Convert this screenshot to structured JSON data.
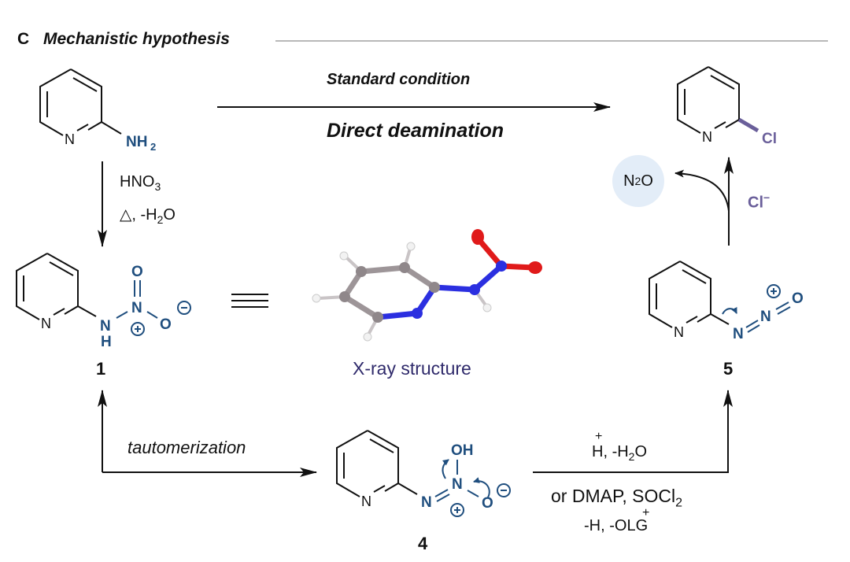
{
  "panel": {
    "letter": "C",
    "title": "Mechanistic hypothesis"
  },
  "colors": {
    "structure_black": "#111111",
    "nitrogen_blue": "#1f4e7e",
    "chlorine_purple": "#6a5f9a",
    "xray_label": "#2f2a6b",
    "n2o_bubble": "#e3edf8",
    "xray_carbon": "#9d9598",
    "xray_nitrogen": "#2b2fe0",
    "xray_oxygen": "#e01a1a",
    "xray_hydrogen": "#f2f2f2"
  },
  "top_arrow": {
    "above": "Standard condition",
    "below": "Direct deamination"
  },
  "step_nitration": {
    "reagent_line1": "HNO",
    "reagent_line1_sub": "3",
    "reagent_line2_prefix": "△, -H",
    "reagent_line2_sub": "2",
    "reagent_line2_suffix": "O"
  },
  "compounds": {
    "start": {
      "name": "2-aminopyridine",
      "ring_n": "N",
      "substituent": "NH",
      "substituent_sub": "2"
    },
    "product": {
      "name": "2-chloropyridine",
      "ring_n": "N",
      "substituent": "Cl"
    },
    "c1": {
      "number": "1",
      "ring_n": "N",
      "nh": "N",
      "h": "H",
      "n_center": "N",
      "o_top": "O",
      "o_side": "O",
      "plus": "+",
      "minus": "−"
    },
    "c4": {
      "number": "4",
      "ring_n": "N",
      "n1": "N",
      "n2": "N",
      "oh": "OH",
      "o": "O",
      "plus": "+",
      "minus": "−"
    },
    "c5": {
      "number": "5",
      "ring_n": "N",
      "n1": "N",
      "n2": "N",
      "o": "O",
      "plus": "+"
    }
  },
  "equivalence_symbol": "≡",
  "xray": {
    "label": "X-ray structure"
  },
  "byproduct": {
    "prefix": "N",
    "sub": "2",
    "suffix": "O"
  },
  "chloride": {
    "label": "Cl",
    "charge": "−"
  },
  "tautomerization_label": "tautomerization",
  "step_activation": {
    "line1_prefix": "H",
    "line1_plus": "+",
    "line1_suffix": ",  -H",
    "line1_sub": "2",
    "line1_end": "O",
    "line2_prefix": "or DMAP,  SOCl",
    "line2_sub": "2",
    "line3_prefix": "-H",
    "line3_plus": "+",
    "line3_suffix": ",  -OLG"
  }
}
